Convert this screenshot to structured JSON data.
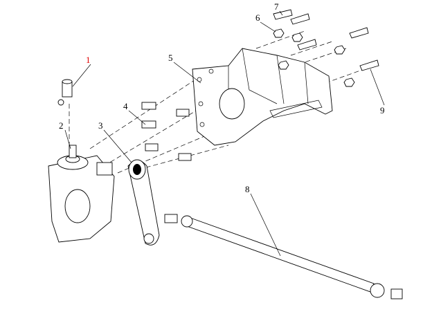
{
  "diagram": {
    "callouts": [
      {
        "number": "1",
        "color": "#e00000"
      },
      {
        "number": "2",
        "color": "#000000"
      },
      {
        "number": "3",
        "color": "#000000"
      },
      {
        "number": "4",
        "color": "#000000"
      },
      {
        "number": "5",
        "color": "#000000"
      },
      {
        "number": "6",
        "color": "#000000"
      },
      {
        "number": "7",
        "color": "#000000"
      },
      {
        "number": "8",
        "color": "#000000"
      },
      {
        "number": "9",
        "color": "#000000"
      }
    ]
  }
}
